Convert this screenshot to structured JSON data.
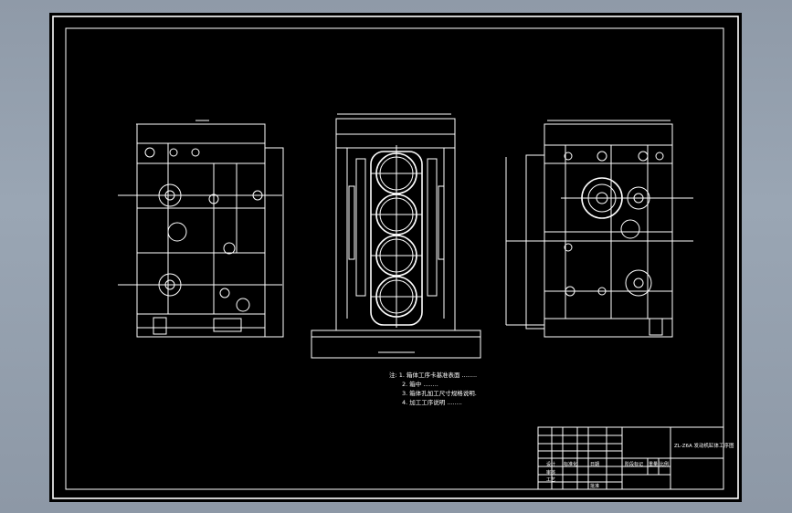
{
  "notes": {
    "lines": [
      "注: 1. 箱体工序卡基准表面 ........",
      "2. 箱中 ........",
      "3. 箱体孔加工尺寸规格说明.",
      "4. 加工工序说明 ........"
    ]
  },
  "title_block": {
    "drawing_name": "ZL-Z6A 发动机缸体工序图",
    "cells": [
      "设计",
      "审核",
      "工艺",
      "标准化",
      "日期",
      "阶段标记",
      "重量",
      "比例",
      "批准"
    ]
  }
}
